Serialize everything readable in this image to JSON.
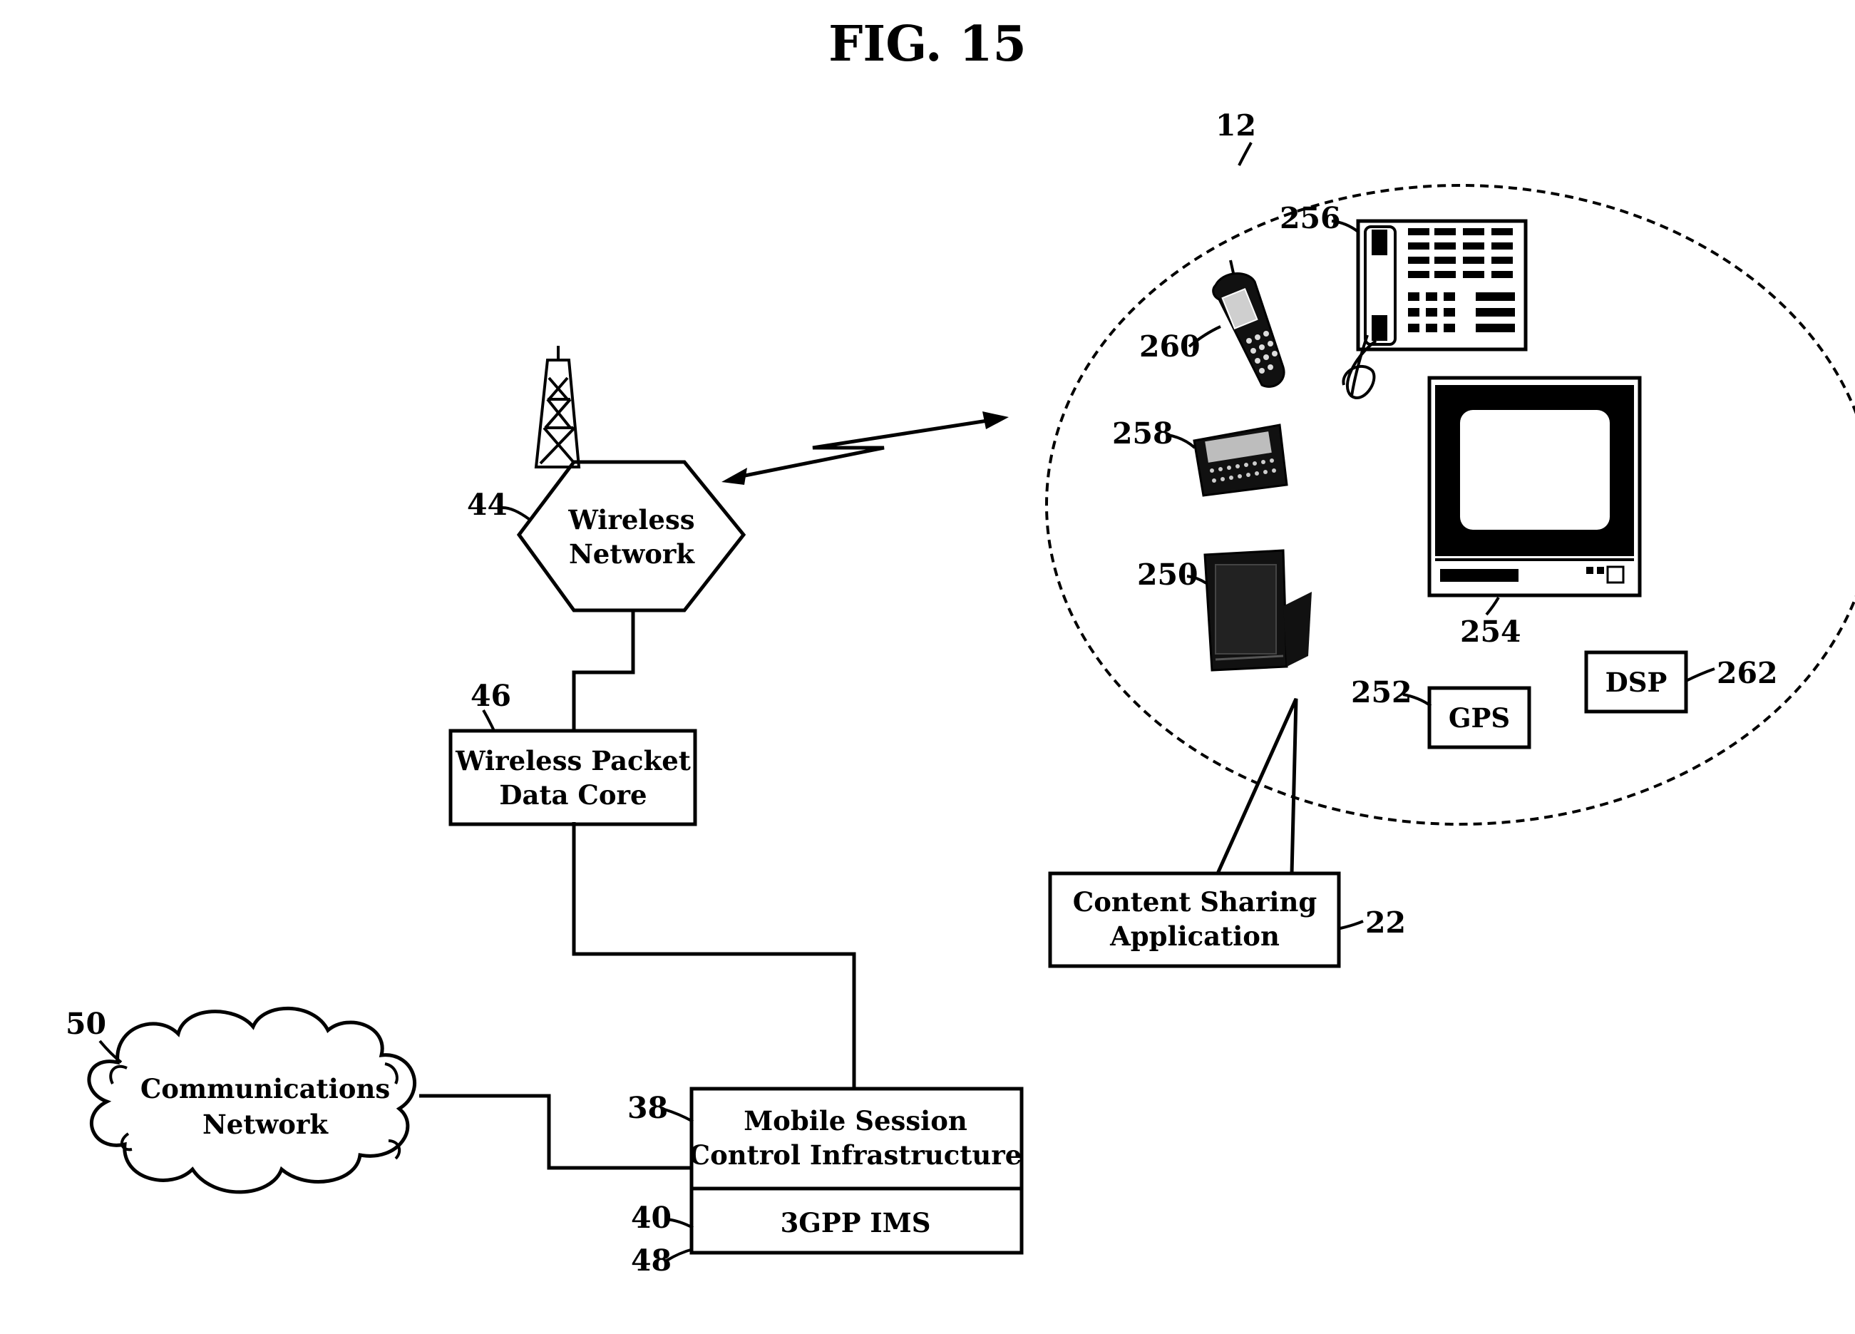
{
  "figure": {
    "title": "FIG. 15"
  },
  "nodes": {
    "wireless_network": {
      "lines": [
        "Wireless",
        "Network"
      ],
      "ref": "44"
    },
    "packet_core": {
      "lines": [
        "Wireless Packet",
        "Data Core"
      ],
      "ref": "46"
    },
    "mobile_session": {
      "lines": [
        "Mobile Session",
        "Control Infrastructure"
      ],
      "ref": "38"
    },
    "ims": {
      "label": "3GPP IMS",
      "ref": "40",
      "ref2": "48"
    },
    "comm_network": {
      "lines": [
        "Communications",
        "Network"
      ],
      "ref": "50"
    },
    "content_sharing": {
      "lines": [
        "Content Sharing",
        "Application"
      ],
      "ref": "22"
    },
    "gps": {
      "label": "GPS",
      "ref": "252"
    },
    "dsp": {
      "label": "DSP",
      "ref": "262"
    }
  },
  "device_group": {
    "ref": "12",
    "devices": [
      {
        "name": "cell-phone",
        "ref": "260"
      },
      {
        "name": "desk-phone",
        "ref": "256"
      },
      {
        "name": "pager",
        "ref": "258"
      },
      {
        "name": "television",
        "ref": "254"
      },
      {
        "name": "pda",
        "ref": "250"
      }
    ]
  }
}
